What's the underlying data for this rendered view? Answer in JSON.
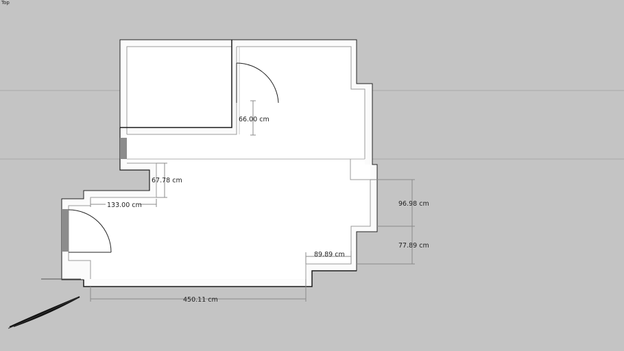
{
  "view": {
    "name": "Top"
  },
  "dimensions": [
    {
      "id": "top-door-depth",
      "label": "66.00 cm"
    },
    {
      "id": "corridor-step",
      "label": "67.78 cm"
    },
    {
      "id": "left-wing-width",
      "label": "133.00 cm"
    },
    {
      "id": "right-upper-offset",
      "label": "96.98 cm"
    },
    {
      "id": "right-lower-offset",
      "label": "77.89 cm"
    },
    {
      "id": "bottom-notch",
      "label": "89.89 cm"
    },
    {
      "id": "bottom-width",
      "label": "450.11 cm"
    }
  ],
  "colors": {
    "background": "#c4c4c4",
    "floor": "#ffffff",
    "wall_line": "#1a1a1a",
    "inner_line": "#9a9a9a",
    "guide_line": "#a8a8a8",
    "dimension_line": "#8a8a8a",
    "window_fill": "#8c8c8c"
  }
}
